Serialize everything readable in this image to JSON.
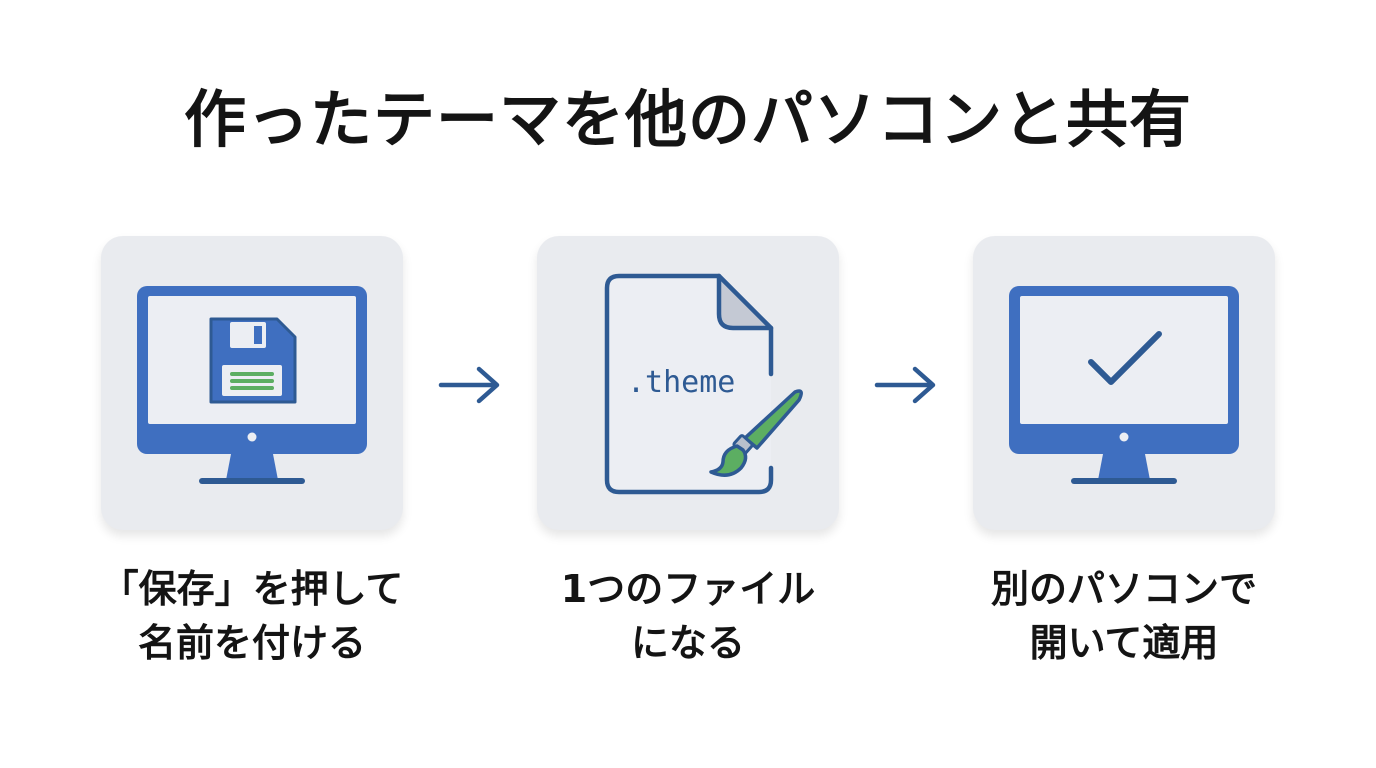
{
  "title": "作ったテーマを他のパソコンと共有",
  "steps": [
    {
      "icon": "monitor-save-icon",
      "caption_line1": "「保存」を押して",
      "caption_line2": "名前を付ける"
    },
    {
      "icon": "theme-file-brush-icon",
      "file_label": ".theme",
      "caption_line1": "1つのファイル",
      "caption_line2": "になる"
    },
    {
      "icon": "monitor-check-icon",
      "caption_line1": "別のパソコンで",
      "caption_line2": "開いて適用"
    }
  ],
  "colors": {
    "blue": "#3f6fc0",
    "dark_blue": "#2e5a93",
    "green": "#5cae62",
    "card": "#e9ebef",
    "screen": "#eceef3"
  }
}
